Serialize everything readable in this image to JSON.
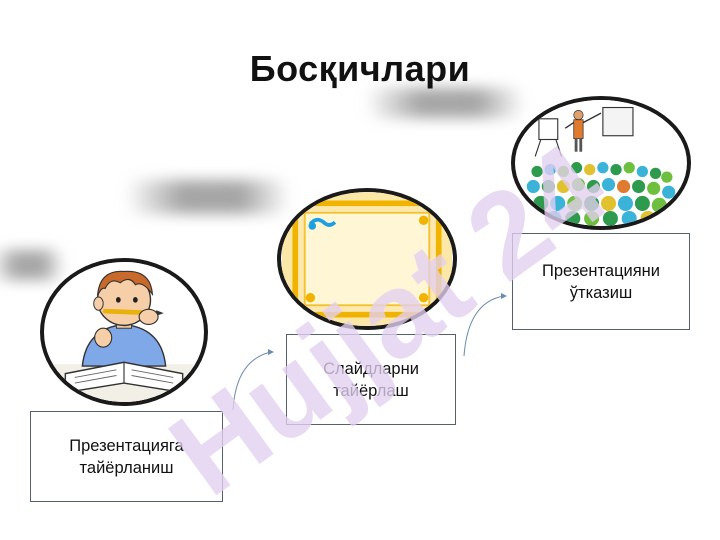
{
  "slide": {
    "title": "Босқичлари",
    "watermark": "Hujjat 24",
    "steps": [
      {
        "label": "Презентацияга\nтайёрланиш",
        "illustration": "student-reading-illustration"
      },
      {
        "label": "Слайдларни\nтайёрлаш",
        "illustration": "slide-frame-illustration"
      },
      {
        "label": "Презентацияни\nўтказиш",
        "illustration": "audience-presentation-illustration"
      }
    ],
    "colors": {
      "watermark": "#e3d0f0",
      "circle_border": "#1a1a1a",
      "box_border": "#55606e",
      "slide_frame": "#f0b400",
      "slide_fill": "#fbe7a8"
    }
  }
}
